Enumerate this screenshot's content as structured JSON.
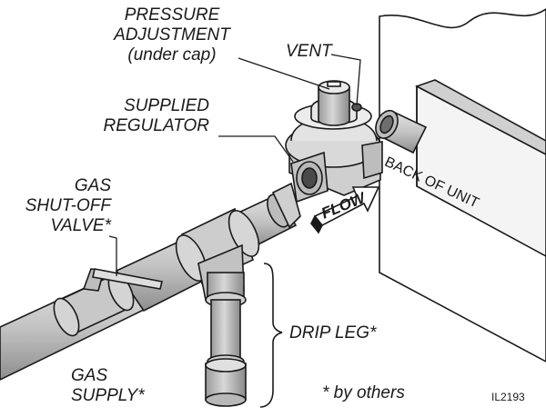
{
  "labels": {
    "pressure": [
      "PRESSURE",
      "ADJUSTMENT",
      "(under cap)"
    ],
    "vent": "VENT",
    "regulator": [
      "SUPPLIED",
      "REGULATOR"
    ],
    "valve": [
      "GAS",
      "SHUT-OFF",
      "VALVE*"
    ],
    "drip_leg": "DRIP LEG*",
    "gas_supply": [
      "GAS",
      "SUPPLY*"
    ],
    "by_others": "* by others",
    "flow": "FLOW",
    "back_of_unit": "BACK OF UNIT",
    "figure_id": "IL2193"
  },
  "colors": {
    "pipe": "#c9c9c9",
    "pipe_shade": "#9e9e9e",
    "line": "#1a1a1a"
  }
}
